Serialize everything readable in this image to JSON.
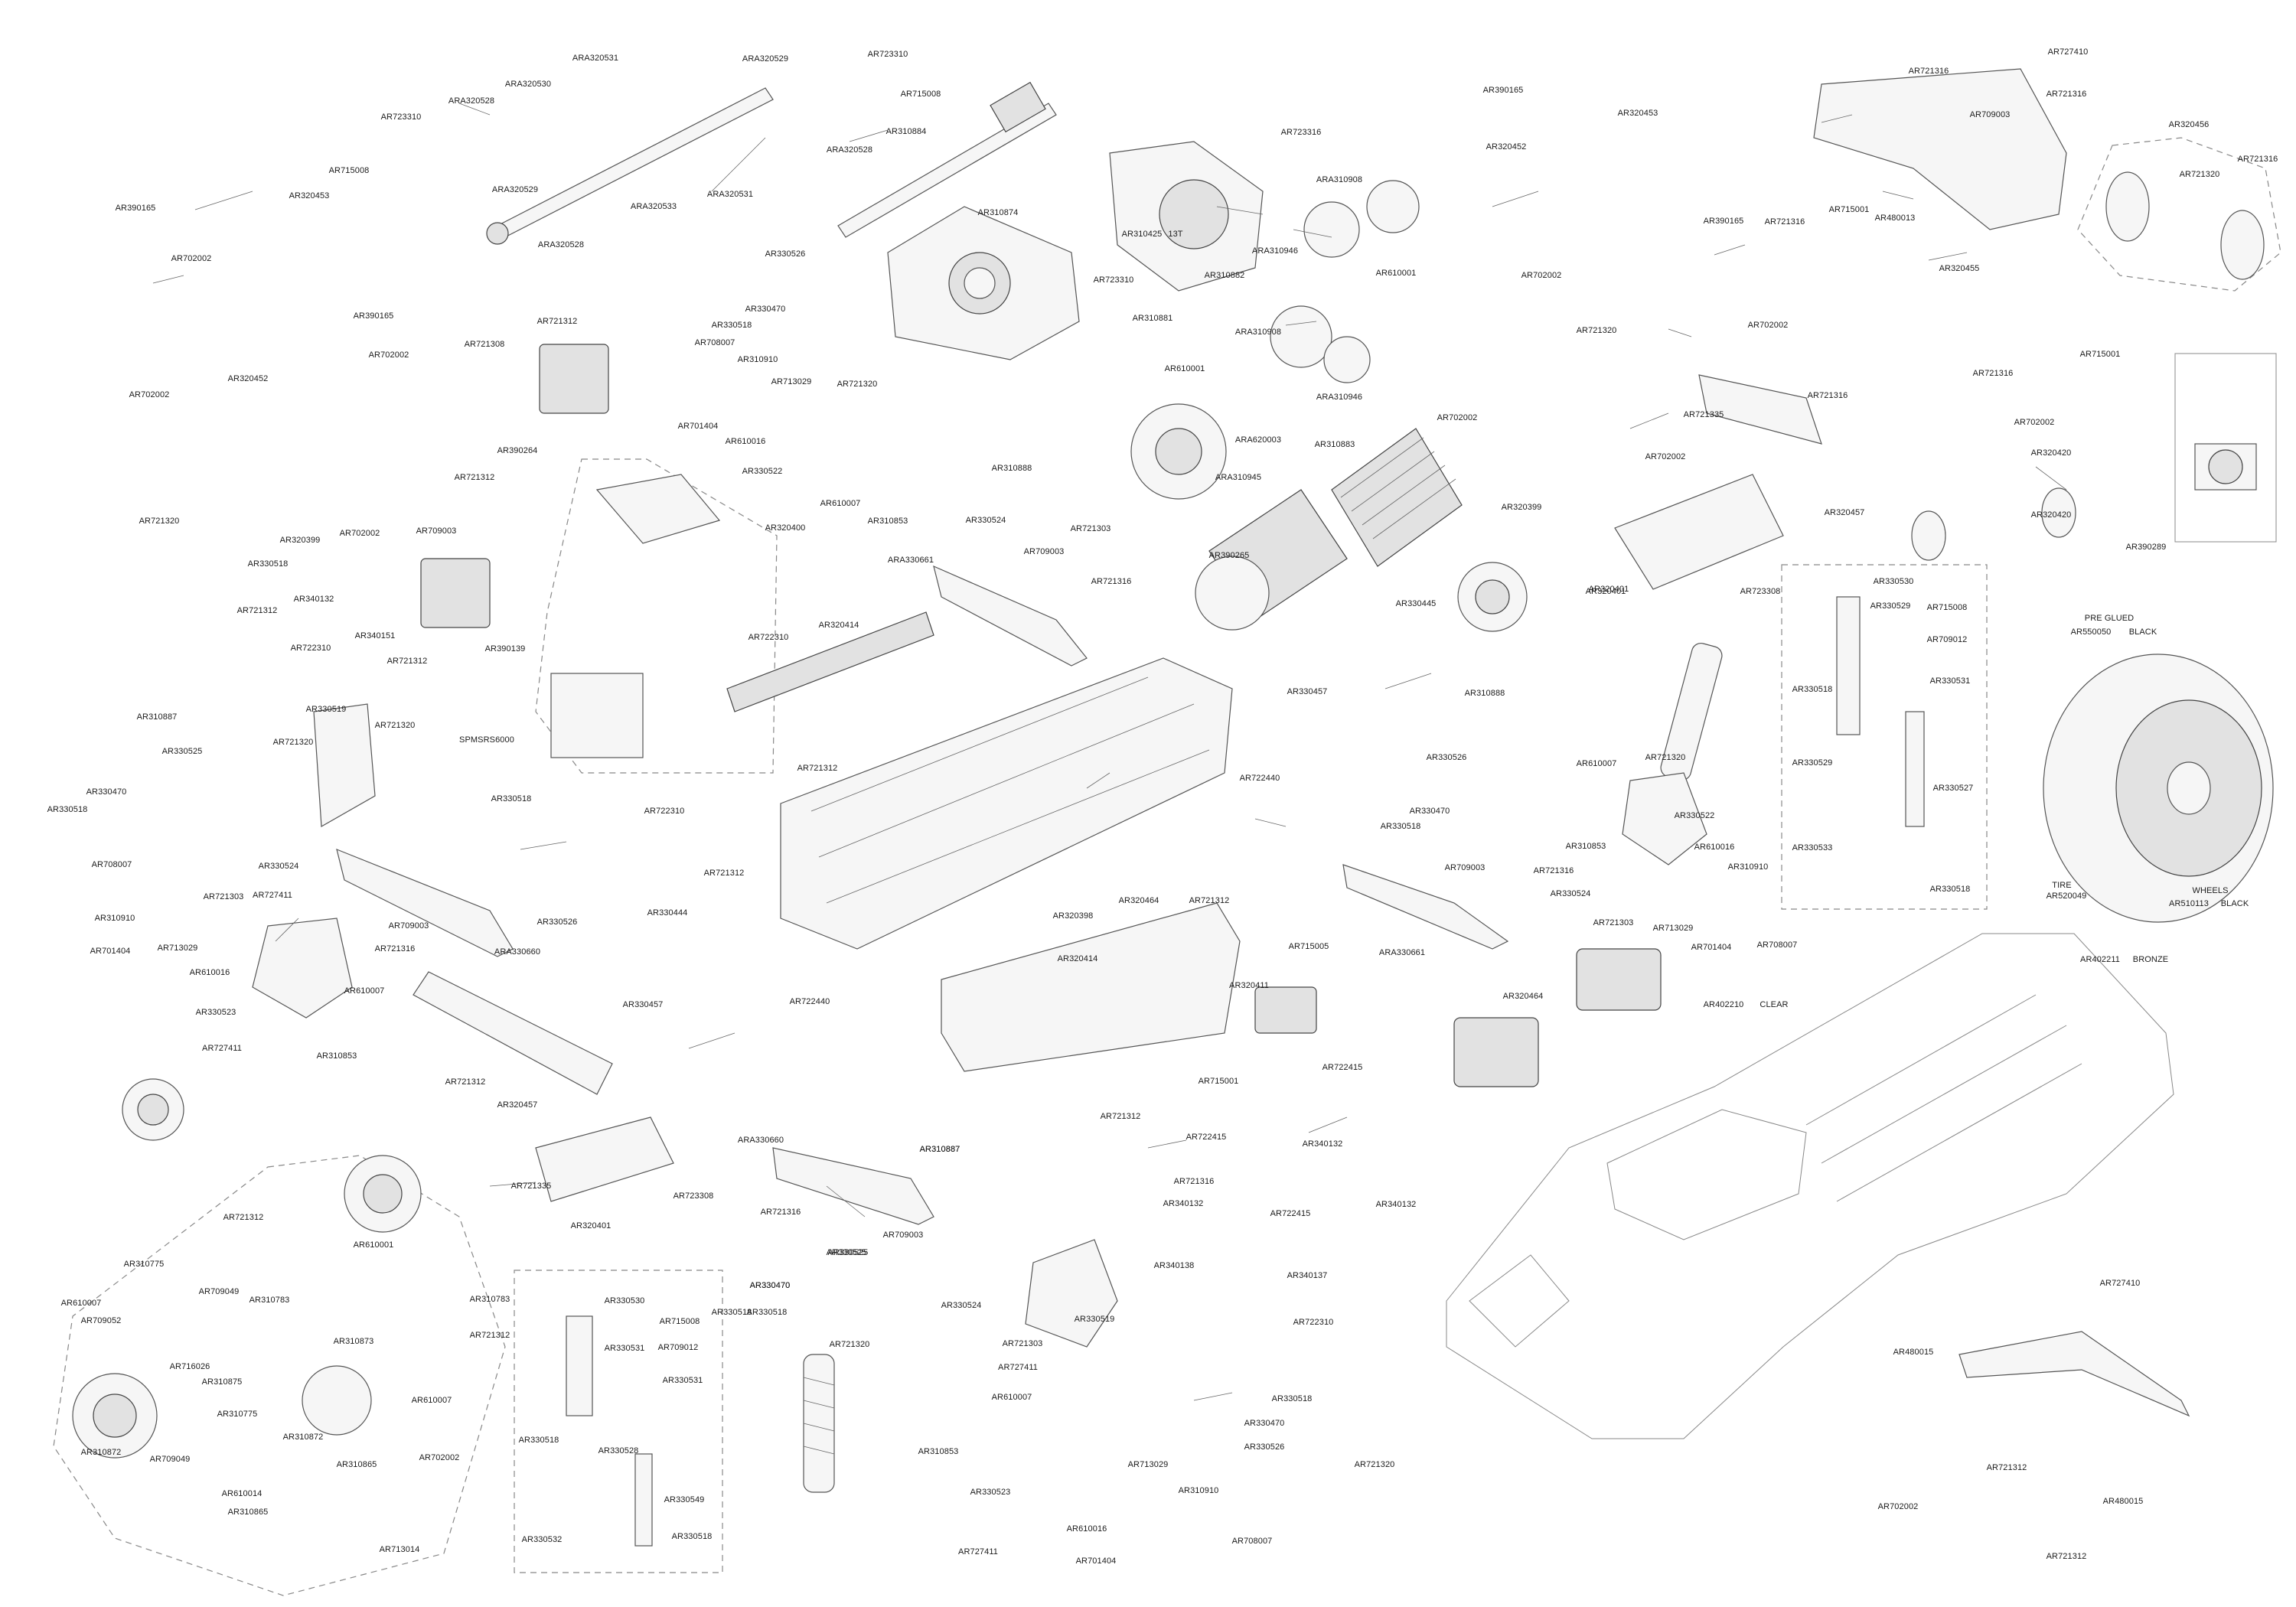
{
  "labels": {
    "l1": "AR390165",
    "l2": "AR320453",
    "l3": "AR702002",
    "l4": "AR390165",
    "l5": "AR702002",
    "l6": "AR320452",
    "l7": "AR715008",
    "l8": "AR723310",
    "l9": "ARA320528",
    "l10": "ARA320530",
    "l11": "ARA320531",
    "l12": "ARA320529",
    "l13": "ARA320528",
    "l14": "ARA320533",
    "l15": "ARA320529",
    "l16": "AR723310",
    "l17": "AR715008",
    "l18": "ARA320528",
    "l19": "ARA320531",
    "l20": "AR310884",
    "l21": "AR310874",
    "l22": "AR723316",
    "l23": "AR310425",
    "l24": "13T",
    "l25": "AR723310",
    "l26": "ARA310908",
    "l27": "AR310882",
    "l28": "ARA310946",
    "l29": "AR610001",
    "l30": "AR310881",
    "l31": "AR610001",
    "l32": "ARA310908",
    "l33": "ARA310946",
    "l34": "ARA620003",
    "l35": "ARA310945",
    "l36": "AR310883",
    "l37": "AR390165",
    "l38": "AR320453",
    "l39": "AR320452",
    "l40": "AR702002",
    "l41": "AR390165",
    "l42": "AR721316",
    "l43": "AR715001",
    "l44": "AR480013",
    "l45": "AR702002",
    "l46": "AR320455",
    "l47": "AR727410",
    "l48": "AR721316",
    "l49": "AR709003",
    "l50": "AR721316",
    "l51": "AR320456",
    "l52": "AR721316",
    "l53": "AR721320",
    "l54": "AR715001",
    "l55": "AR721316",
    "l56": "AR721316",
    "l57": "AR702002",
    "l58": "AR320420",
    "l59": "AR320420",
    "l60": "AR390289",
    "l61": "AR721320",
    "l62": "AR702002",
    "l63": "AR721335",
    "l64": "AR702002",
    "l65": "AR320457",
    "l66": "AR320399",
    "l67": "AR320401",
    "l68": "AR723308",
    "l69": "AR702002",
    "l70": "AR721320",
    "l71": "AR320399",
    "l72": "AR702002",
    "l73": "AR330518",
    "l74": "AR340132",
    "l75": "AR721312",
    "l76": "AR722310",
    "l77": "AR340151",
    "l78": "AR721312",
    "l79": "AR390139",
    "l80": "AR721308",
    "l81": "AR390264",
    "l82": "AR721312",
    "l83": "AR709003",
    "l84": "AR721312",
    "l85": "AR330526",
    "l86": "AR330470",
    "l87": "AR330518",
    "l88": "AR708007",
    "l89": "AR310910",
    "l90": "AR713029",
    "l91": "AR721320",
    "l92": "AR701404",
    "l93": "AR610016",
    "l94": "AR330522",
    "l95": "AR610007",
    "l96": "AR310853",
    "l97": "AR310888",
    "l98": "AR320400",
    "l99": "AR330524",
    "l100": "AR721303",
    "l101": "AR709003",
    "l102": "ARA330661",
    "l103": "AR721316",
    "l104": "AR390265",
    "l105": "AR330445",
    "l106": "AR330457",
    "l107": "AR310888",
    "l108": "AR320401",
    "l109": "AR722310",
    "l110": "AR320414",
    "l111": "AR310887",
    "l112": "AR330525",
    "l113": "AR330519",
    "l114": "AR721320",
    "l115": "AR721320",
    "l116": "SPMSRS6000",
    "l117": "AR330518",
    "l118": "AR330470",
    "l119": "AR330518",
    "l120": "AR330524",
    "l121": "AR708007",
    "l122": "AR727411",
    "l123": "AR721303",
    "l124": "AR310910",
    "l125": "AR713029",
    "l126": "AR709003",
    "l127": "AR701404",
    "l128": "AR610016",
    "l129": "AR721316",
    "l130": "AR330526",
    "l131": "ARA330660",
    "l132": "AR330523",
    "l133": "AR610007",
    "l134": "AR727411",
    "l135": "AR310853",
    "l136": "AR721312",
    "l137": "AR320457",
    "l138": "AR722310",
    "l139": "AR721312",
    "l140": "AR330444",
    "l141": "AR330457",
    "l142": "AR721312",
    "l143": "AR320398",
    "l144": "AR722440",
    "l145": "AR320464",
    "l146": "AR721312",
    "l147": "AR330526",
    "l148": "AR330470",
    "l149": "AR330518",
    "l150": "AR610007",
    "l151": "AR721320",
    "l152": "AR310853",
    "l153": "AR330522",
    "l154": "AR610016",
    "l155": "AR310910",
    "l156": "AR709003",
    "l157": "AR721316",
    "l158": "AR330524",
    "l159": "AR721303",
    "l160": "ARA330661",
    "l161": "AR713029",
    "l162": "AR701404",
    "l163": "AR708007",
    "l164": "AR330530",
    "l165": "AR330529",
    "l166": "AR715008",
    "l167": "AR709012",
    "l168": "AR330518",
    "l169": "AR330531",
    "l170": "AR330529",
    "l171": "AR330527",
    "l172": "AR330533",
    "l173": "AR330518",
    "l174": "PRE GLUED",
    "l175": "AR550050",
    "l176": "BLACK",
    "l177": "TIRE",
    "l178": "AR520049",
    "l179": "WHEELS",
    "l180": "AR510113",
    "l181": "BLACK",
    "l182": "AR402211",
    "l183": "BRONZE",
    "l184": "AR402210",
    "l185": "CLEAR",
    "l186": "AR320464",
    "l187": "AR320414",
    "l188": "AR715005",
    "l189": "AR320411",
    "l190": "AR722440",
    "l191": "AR722415",
    "l192": "AR715001",
    "l193": "AR721312",
    "l194": "AR722415",
    "l195": "AR340132",
    "l196": "AR721316",
    "l197": "AR340132",
    "l198": "AR722415",
    "l199": "AR340132",
    "l200": "AR340138",
    "l201": "AR340137",
    "l202": "AR722310",
    "l203": "AR721335",
    "l204": "AR320401",
    "l205": "AR723308",
    "l206": "ARA330660",
    "l207": "AR310887",
    "l208": "AR721316",
    "l209": "AR330525",
    "l210": "AR709003",
    "l211": "AR330470",
    "l212": "AR330518",
    "l213": "AR330524",
    "l214": "AR721320",
    "l215": "AR721303",
    "l216": "AR330519",
    "l217": "AR727411",
    "l218": "AR610007",
    "l219": "AR310853",
    "l220": "AR330523",
    "l221": "AR727411",
    "l222": "AR610016",
    "l223": "AR701404",
    "l224": "AR713029",
    "l225": "AR310910",
    "l226": "AR708007",
    "l227": "AR330518",
    "l228": "AR330470",
    "l229": "AR330526",
    "l230": "AR721320",
    "l231": "AR721312",
    "l232": "AR310775",
    "l233": "AR709049",
    "l234": "AR610007",
    "l235": "AR709052",
    "l236": "AR310783",
    "l237": "AR610001",
    "l238": "AR310783",
    "l239": "AR721312",
    "l240": "AR310873",
    "l241": "AR716026",
    "l242": "AR310875",
    "l243": "AR310775",
    "l244": "AR310872",
    "l245": "AR310872",
    "l246": "AR709049",
    "l247": "AR610007",
    "l248": "AR702002",
    "l249": "AR310865",
    "l250": "AR610014",
    "l251": "AR310865",
    "l252": "AR713014",
    "l253": "AR330530",
    "l254": "AR715008",
    "l255": "AR330531",
    "l256": "AR709012",
    "l257": "AR330531",
    "l258": "AR330518",
    "l259": "AR330528",
    "l260": "AR330549",
    "l261": "AR330532",
    "l262": "AR330518",
    "l263": "AR727410",
    "l264": "AR480015",
    "l265": "AR721312",
    "l266": "AR480015",
    "l267": "AR702002",
    "l268": "AR721312",
    "l269": "AR330518",
    "l270": "AR330525",
    "l271": "AR310887",
    "l272": "AR330470"
  },
  "icons": [
    "exploded-parts-drawing"
  ]
}
